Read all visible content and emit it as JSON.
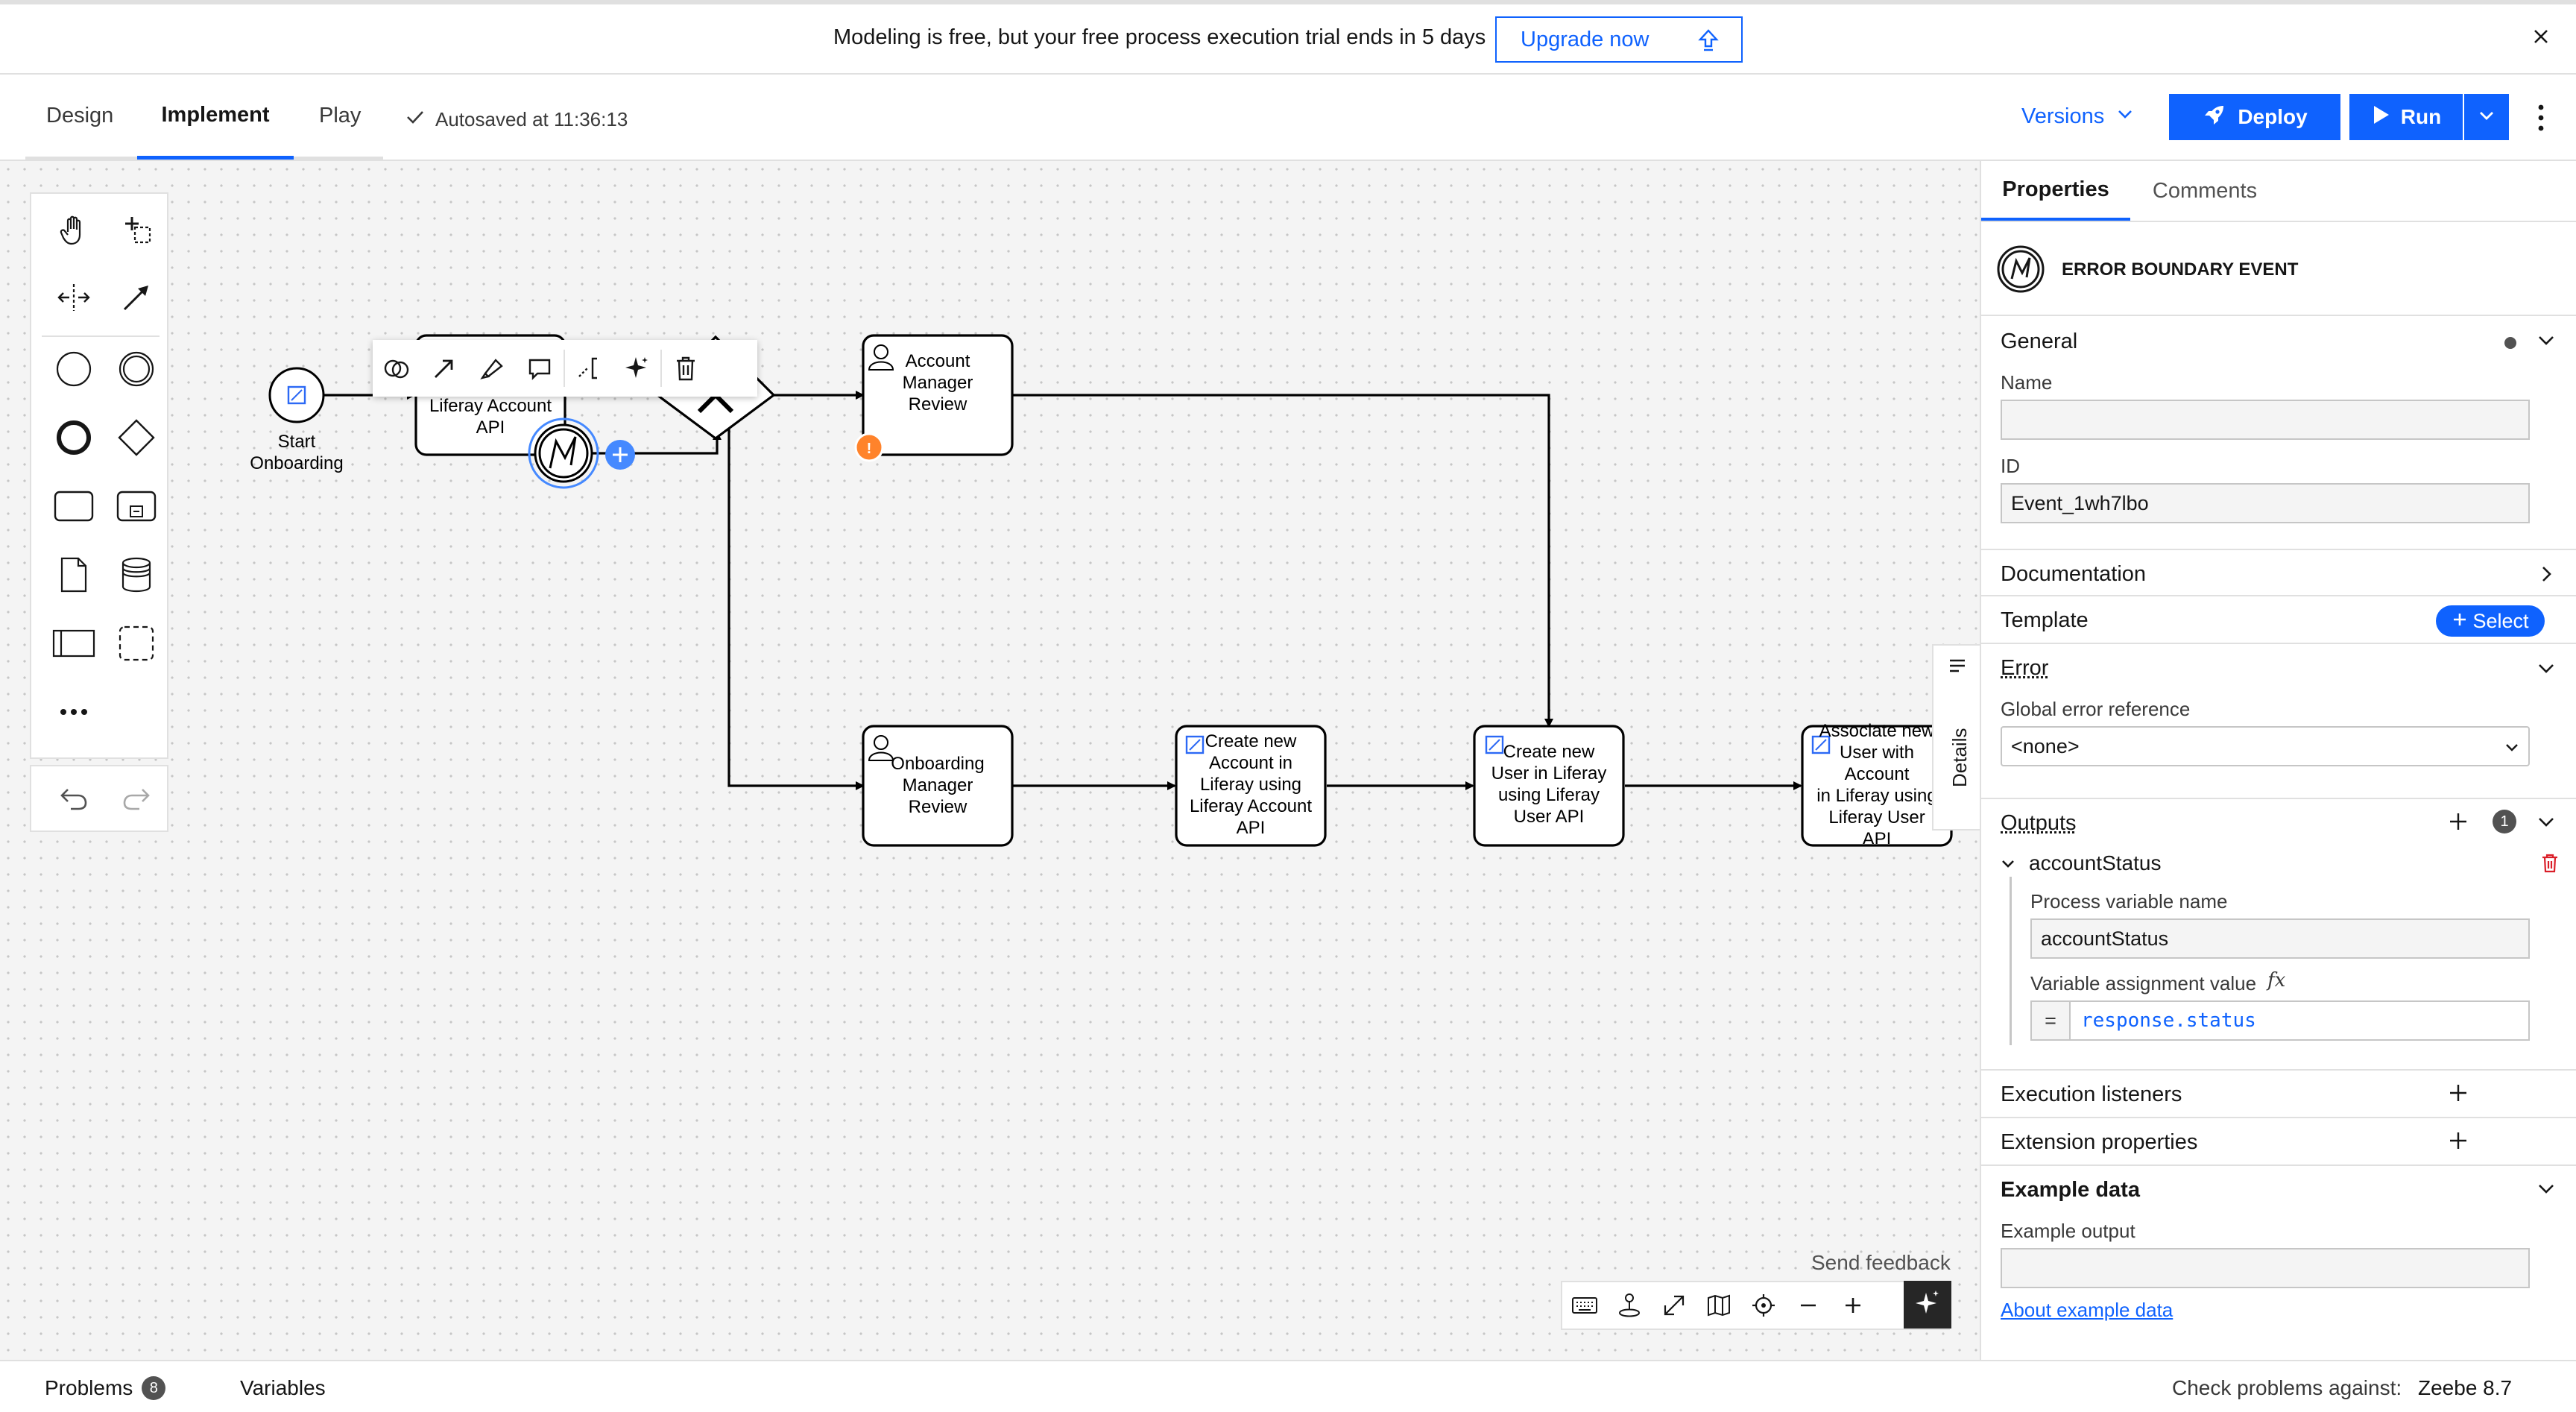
{
  "banner": {
    "message": "Modeling is free, but your free process execution trial ends in 5 days",
    "upgrade_label": "Upgrade now"
  },
  "toolbar": {
    "tabs": [
      "Design",
      "Implement",
      "Play"
    ],
    "active_tab": "Implement",
    "autosave": "Autosaved at 11:36:13",
    "versions_label": "Versions",
    "deploy_label": "Deploy",
    "run_label": "Run"
  },
  "diagram": {
    "start_event": "Start Onboarding",
    "task_liferay_account": "Liferay Account\nAPI",
    "account_manager_review": "Account\nManager\nReview",
    "onboarding_manager_review": "Onboarding\nManager\nReview",
    "create_account": "Create new\nAccount in\nLiferay using\nLiferay Account\nAPI",
    "create_user": "Create new\nUser in Liferay\nusing Liferay\nUser API",
    "associate_user": "Associate new\nUser with\nAccount\nin Liferay using\nLiferay User\nAPI"
  },
  "canvas": {
    "send_feedback": "Send feedback"
  },
  "details_tab": "Details",
  "panel": {
    "tabs": [
      "Properties",
      "Comments"
    ],
    "element_type": "ERROR BOUNDARY EVENT",
    "general": {
      "title": "General",
      "name_label": "Name",
      "name_value": "",
      "id_label": "ID",
      "id_value": "Event_1wh7lbo"
    },
    "documentation_title": "Documentation",
    "template": {
      "title": "Template",
      "select_label": "Select"
    },
    "error": {
      "title": "Error",
      "global_ref_label": "Global error reference",
      "global_ref_value": "<none>"
    },
    "outputs": {
      "title": "Outputs",
      "count": "1",
      "item_name": "accountStatus",
      "process_var_label": "Process variable name",
      "process_var_value": "accountStatus",
      "assignment_label": "Variable assignment value",
      "assignment_fx": "fx",
      "assignment_eq": "=",
      "assignment_value": "response.status"
    },
    "execution_listeners": "Execution listeners",
    "extension_properties": "Extension properties",
    "example_data": {
      "title": "Example data",
      "output_label": "Example output",
      "output_value": "",
      "link": "About example data"
    }
  },
  "statusbar": {
    "problems_label": "Problems",
    "problems_count": "8",
    "variables_label": "Variables",
    "check_against": "Check problems against:",
    "engine": "Zeebe 8.7"
  },
  "colors": {
    "accent": "#0f62fe",
    "error_badge": "#ff832b",
    "delete": "#da1e28"
  }
}
